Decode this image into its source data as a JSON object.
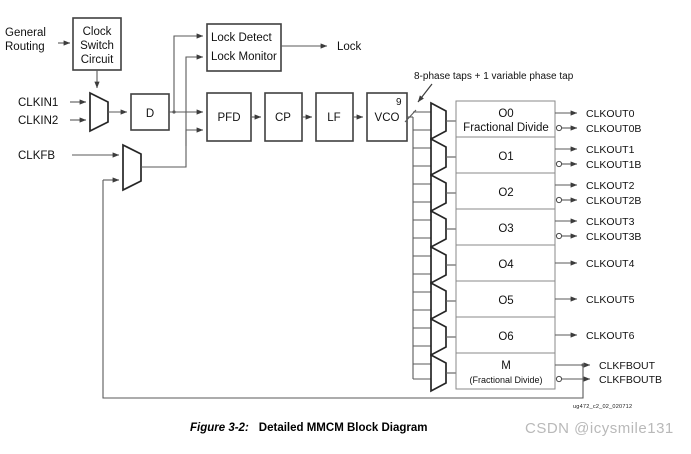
{
  "figure": {
    "number": "Figure 3-2:",
    "title": "Detailed MMCM Block Diagram",
    "part_id": "ug472_c2_02_020712",
    "watermark": "CSDN @icysmile131"
  },
  "inputs": {
    "general_routing": "General\nRouting",
    "general_routing_line1": "General",
    "general_routing_line2": "Routing",
    "clkin1": "CLKIN1",
    "clkin2": "CLKIN2",
    "clkfb": "CLKFB"
  },
  "blocks": {
    "clock_switch": {
      "line1": "Clock",
      "line2": "Switch",
      "line3": "Circuit"
    },
    "lock": {
      "line1": "Lock Detect",
      "line2": "Lock Monitor"
    },
    "delay": "D",
    "pfd": "PFD",
    "cp": "CP",
    "lf": "LF",
    "vco": "VCO"
  },
  "annotations": {
    "phase_taps": "8-phase taps + 1 variable phase tap",
    "bus_width": "9"
  },
  "dividers": [
    {
      "name": "O0",
      "sub": "Fractional Divide",
      "outputs": [
        "CLKOUT0",
        "CLKOUT0B"
      ]
    },
    {
      "name": "O1",
      "sub": "",
      "outputs": [
        "CLKOUT1",
        "CLKOUT1B"
      ]
    },
    {
      "name": "O2",
      "sub": "",
      "outputs": [
        "CLKOUT2",
        "CLKOUT2B"
      ]
    },
    {
      "name": "O3",
      "sub": "",
      "outputs": [
        "CLKOUT3",
        "CLKOUT3B"
      ]
    },
    {
      "name": "O4",
      "sub": "",
      "outputs": [
        "CLKOUT4"
      ]
    },
    {
      "name": "O5",
      "sub": "",
      "outputs": [
        "CLKOUT5"
      ]
    },
    {
      "name": "O6",
      "sub": "",
      "outputs": [
        "CLKOUT6"
      ]
    },
    {
      "name": "M",
      "sub": "(Fractional Divide)",
      "outputs": [
        "CLKFBOUT",
        "CLKFBOUTB"
      ]
    }
  ],
  "outputs": {
    "lock": "Lock"
  },
  "colors": {
    "block_stroke": "#404040",
    "wire": "#5a5a5a",
    "mux_stroke": "#262626",
    "watermark": "#b9b9b9",
    "background": "#ffffff"
  }
}
